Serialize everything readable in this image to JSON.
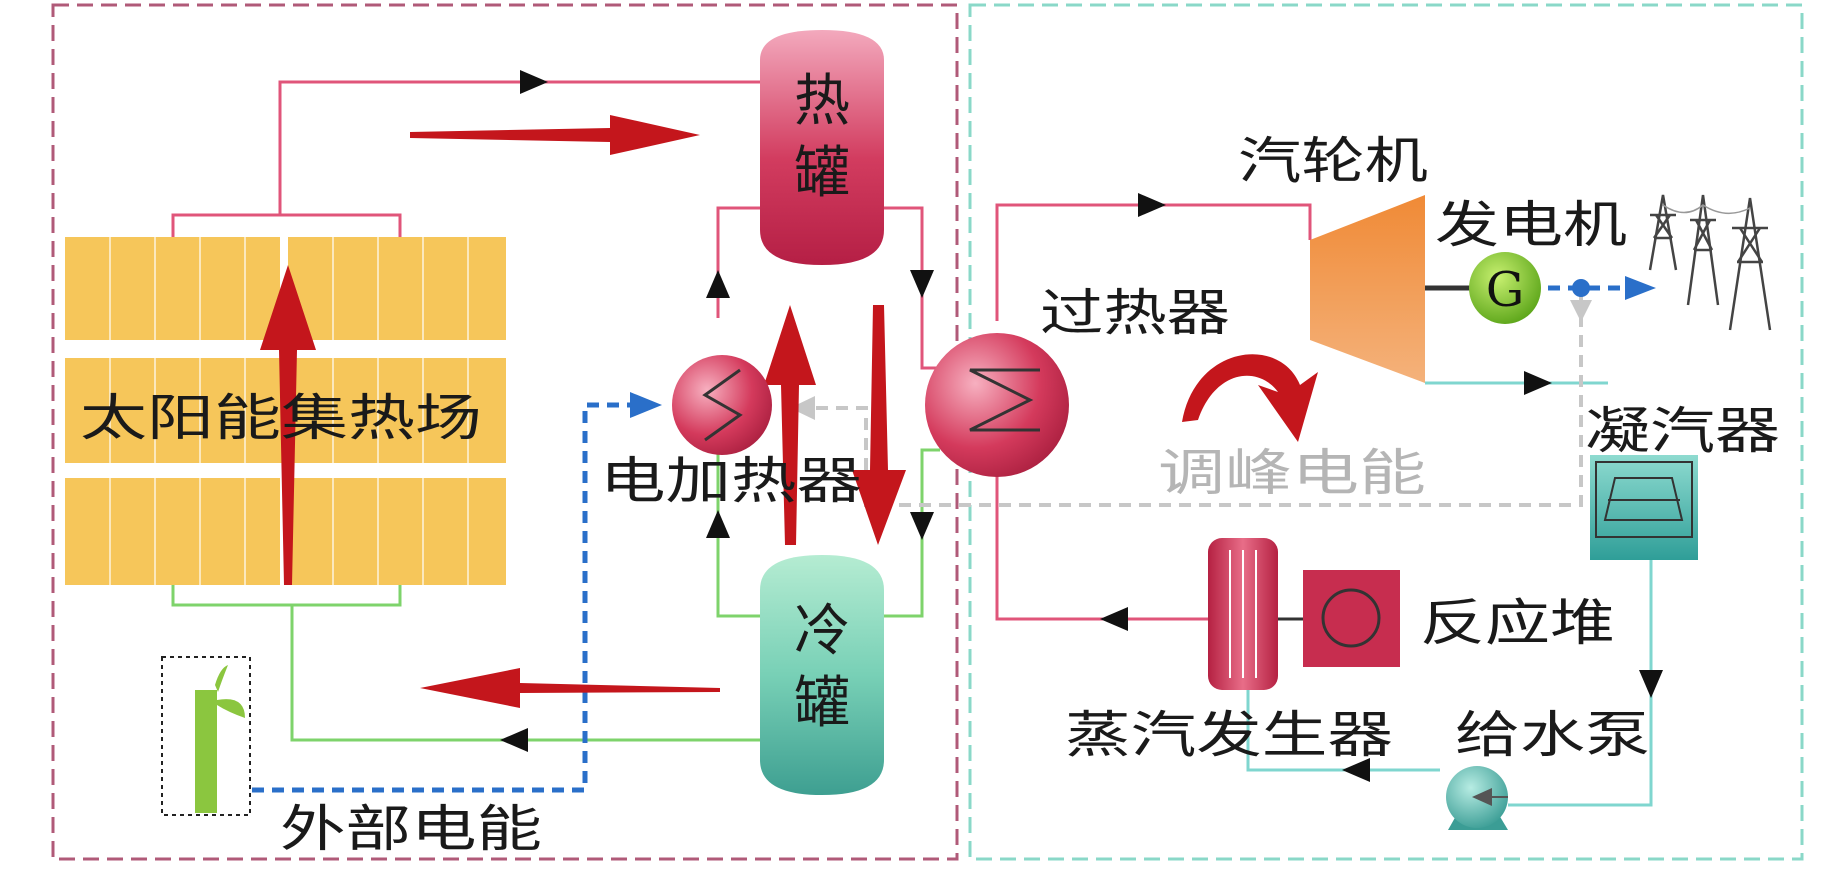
{
  "labels": {
    "solar_field": "太阳能集热场",
    "hot_tank_1": "热",
    "hot_tank_2": "罐",
    "cold_tank_1": "冷",
    "cold_tank_2": "罐",
    "electric_heater": "电加热器",
    "external_power": "外部电能",
    "turbine": "汽轮机",
    "generator": "发电机",
    "generator_symbol": "G",
    "superheater": "过热器",
    "peak_power": "调峰电能",
    "condenser": "凝汽器",
    "reactor": "反应堆",
    "steam_generator": "蒸汽发生器",
    "feed_pump": "给水泵"
  },
  "colors": {
    "hot_line": "#e0557a",
    "cold_line": "#7ed36b",
    "water_line": "#7fd6cf",
    "power_line": "#2a6fc9",
    "grid_line": "#c7c7c7",
    "flow_arrow": "#c4161c",
    "solar_panel": "#f6c65a",
    "turbine": "#ef7a2a",
    "left_frame": "#b05a78",
    "right_frame": "#8ad8c8"
  }
}
